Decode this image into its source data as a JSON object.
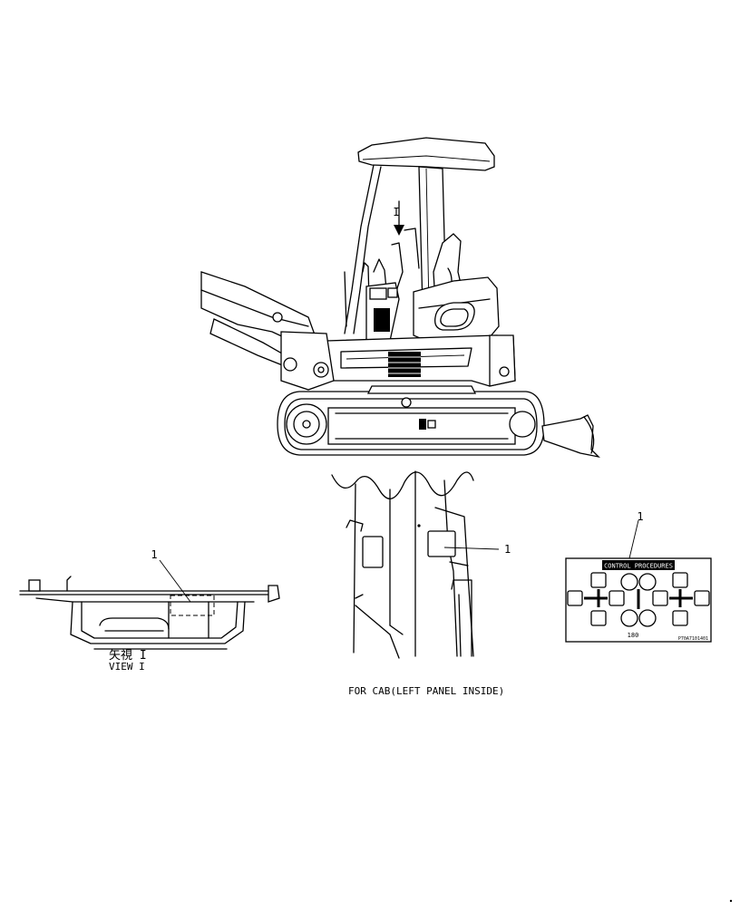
{
  "callouts": {
    "view_arrow": "I",
    "item_view": "1",
    "item_cab": "1",
    "item_decal": "1"
  },
  "view_caption": {
    "japanese": "矢視 I",
    "english": "VIEW I"
  },
  "cab_caption": "FOR CAB(LEFT PANEL INSIDE)",
  "decal": {
    "title": "CONTROL PROCEDURES",
    "number": "180",
    "part_code": "P70A7101401"
  }
}
